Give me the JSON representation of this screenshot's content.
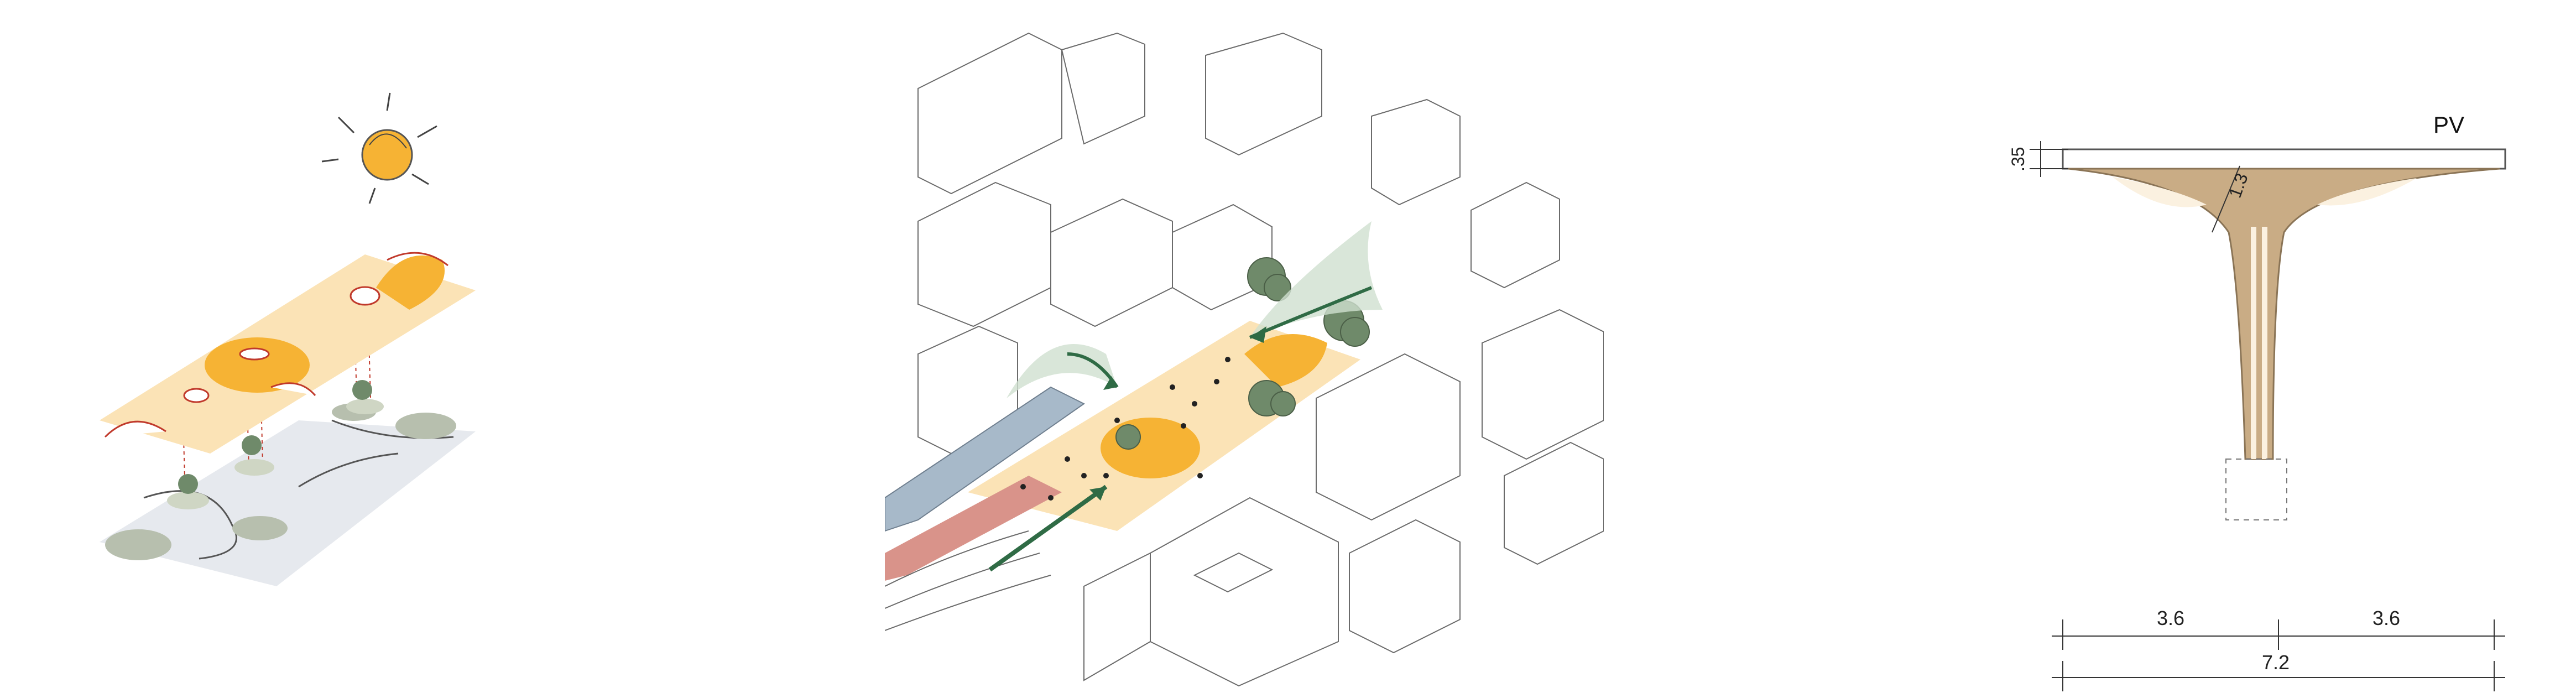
{
  "canopy_detail": {
    "label_pv": "PV",
    "dim_roof_thickness": ".35",
    "dim_arm": "1.3",
    "dim_left_span": "3.6",
    "dim_right_span": "3.6",
    "dim_total_span": "7.2"
  },
  "colors": {
    "canopy_light": "#fbe3b6",
    "canopy_orange": "#f6b334",
    "tree_green": "#6f8a6a",
    "arrow_green": "#2f6b45",
    "ground_grey": "#e6e9ee",
    "roof_blue": "#a7b9c9",
    "track_red": "#d9938a",
    "column_tan": "#c9ac85"
  }
}
